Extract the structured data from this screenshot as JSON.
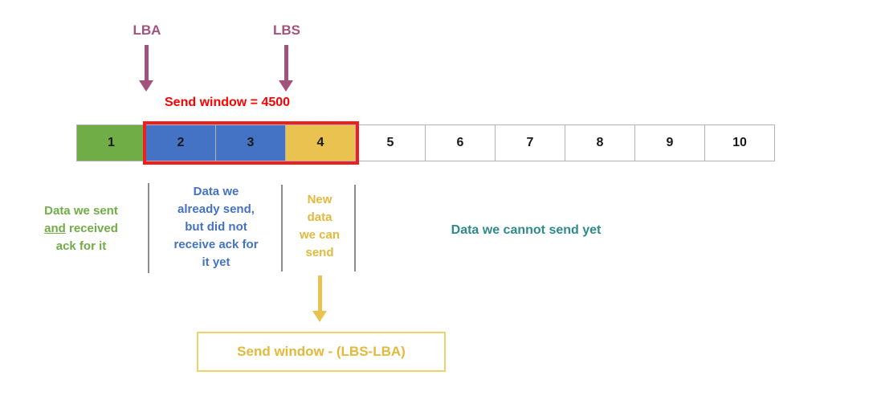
{
  "pointers": {
    "lba_label": "LBA",
    "lbs_label": "LBS"
  },
  "send_window_label": "Send window = 4500",
  "cells": [
    {
      "num": "1",
      "fill": "#70AD47"
    },
    {
      "num": "2",
      "fill": "#4472C4"
    },
    {
      "num": "3",
      "fill": "#4472C4"
    },
    {
      "num": "4",
      "fill": "#E9C24F"
    },
    {
      "num": "5",
      "fill": "#FFFFFF"
    },
    {
      "num": "6",
      "fill": "#FFFFFF"
    },
    {
      "num": "7",
      "fill": "#FFFFFF"
    },
    {
      "num": "8",
      "fill": "#FFFFFF"
    },
    {
      "num": "9",
      "fill": "#FFFFFF"
    },
    {
      "num": "10",
      "fill": "#FFFFFF"
    }
  ],
  "annotations": {
    "acked": {
      "line1": "Data we sent",
      "and_word": "and",
      "line2_rest": " received",
      "line3": "ack for it"
    },
    "sent_unacked": "Data we\nalready send,\nbut did not\nreceive ack for\nit yet",
    "new_data": "New\ndata\nwe can\nsend",
    "cannot_send": "Data we cannot send yet"
  },
  "formula_box": {
    "label": "Send window - (LBS-LBA)"
  },
  "colors": {
    "green": "#70AD47",
    "blue": "#4472C4",
    "yellow": "#E9C24F",
    "red": "#EF1F1F",
    "purple": "#A3527D",
    "teal": "#2E8B8B"
  }
}
